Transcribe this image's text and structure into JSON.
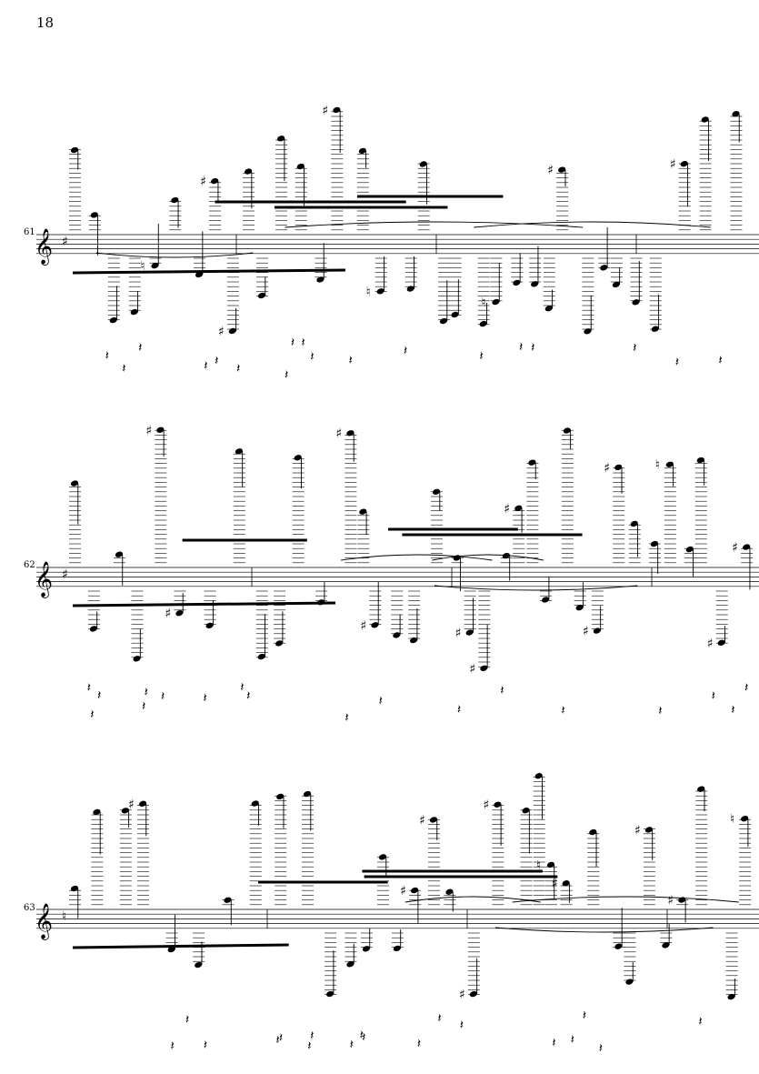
{
  "page": {
    "number": "18"
  },
  "systems": [
    {
      "measure": "61",
      "clef": "treble-clef",
      "key": "sharp"
    },
    {
      "measure": "62",
      "clef": "treble-clef",
      "key": "sharp"
    },
    {
      "measure": "63",
      "clef": "treble-clef",
      "key": "natural"
    }
  ],
  "glyphs": {
    "clef": "𝄞",
    "sharp": "♯",
    "natural": "♮",
    "rest": "𝄽"
  },
  "colors": {
    "ink": "#000000",
    "paper": "#ffffff"
  }
}
